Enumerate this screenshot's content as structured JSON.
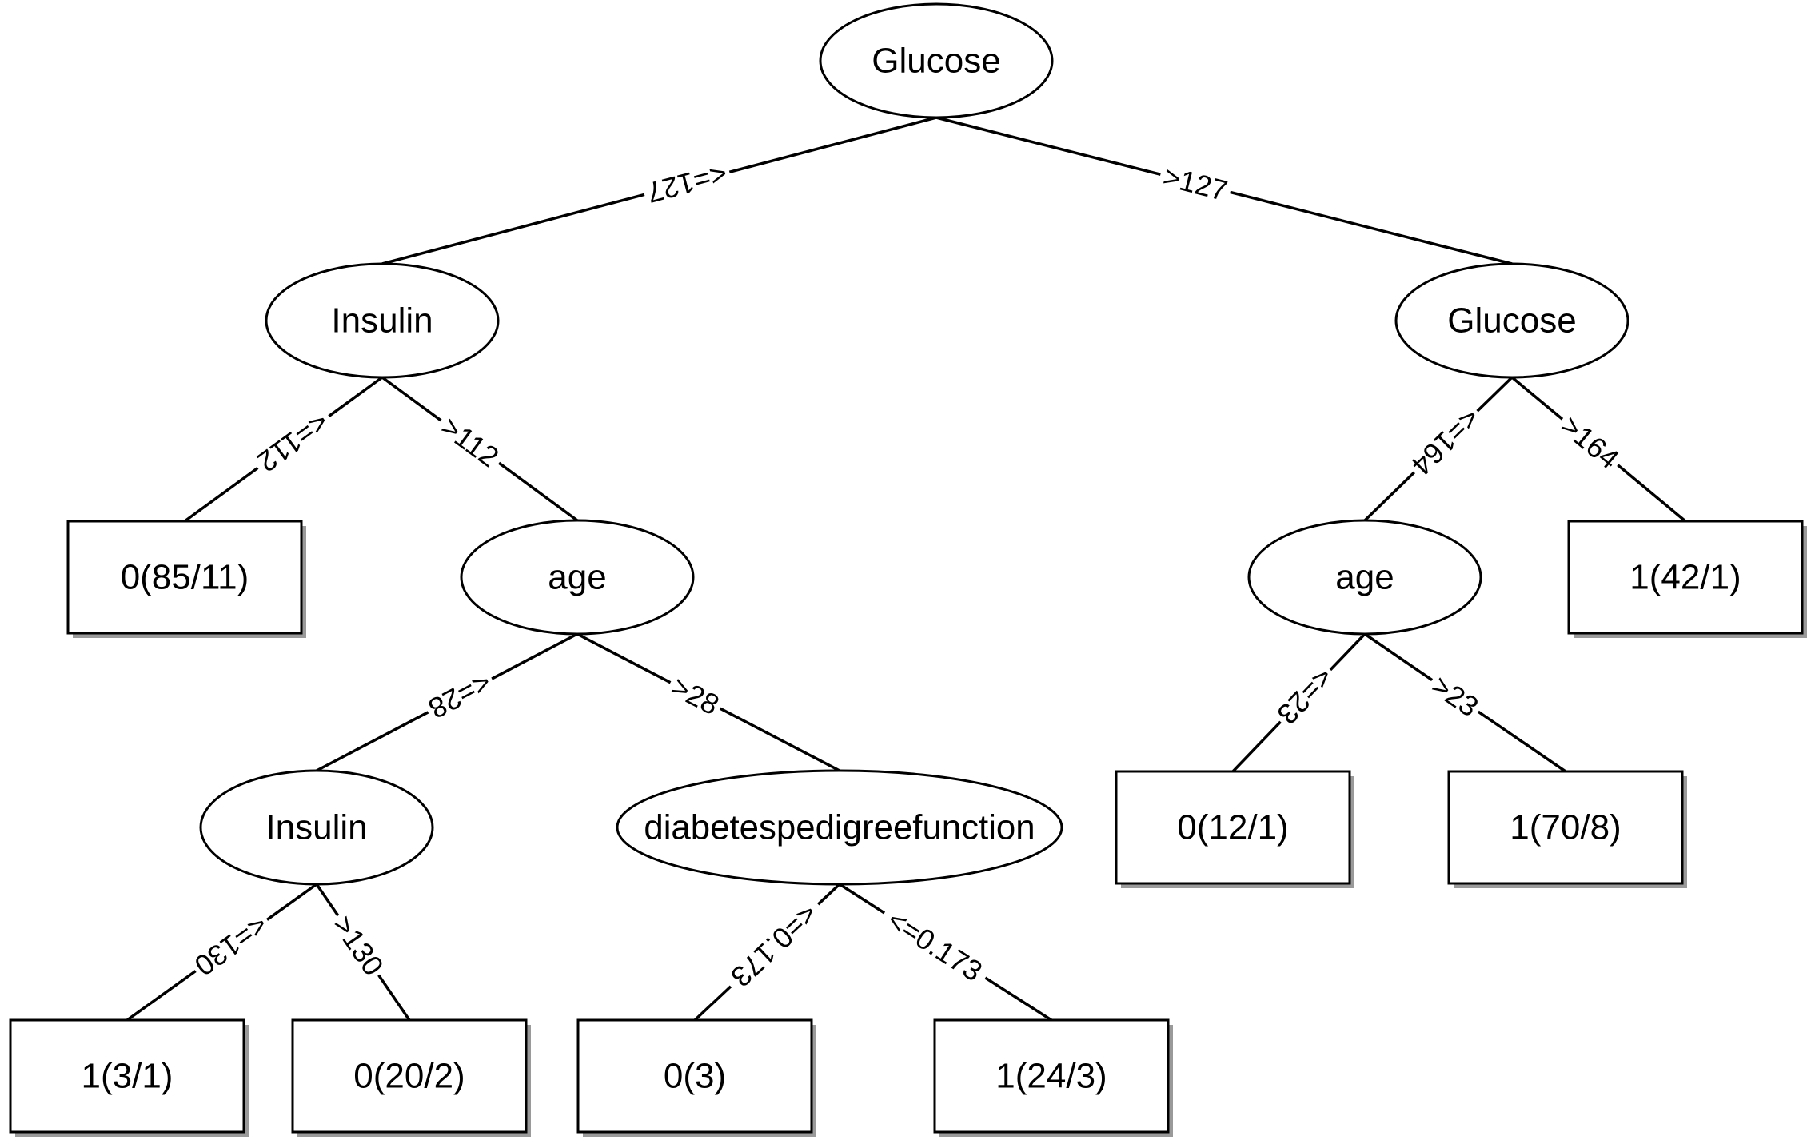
{
  "tree": {
    "nodes": [
      {
        "id": "root",
        "kind": "decision",
        "label": "Glucose"
      },
      {
        "id": "insulin_1",
        "kind": "decision",
        "label": "Insulin"
      },
      {
        "id": "glucose_2",
        "kind": "decision",
        "label": "Glucose"
      },
      {
        "id": "leaf_85_11",
        "kind": "leaf",
        "label": "0(85/11)"
      },
      {
        "id": "age_1",
        "kind": "decision",
        "label": "age"
      },
      {
        "id": "age_2",
        "kind": "decision",
        "label": "age"
      },
      {
        "id": "leaf_42_1",
        "kind": "leaf",
        "label": "1(42/1)"
      },
      {
        "id": "insulin_2",
        "kind": "decision",
        "label": "Insulin"
      },
      {
        "id": "dpf",
        "kind": "decision",
        "label": "diabetespedigreefunction"
      },
      {
        "id": "leaf_12_1",
        "kind": "leaf",
        "label": "0(12/1)"
      },
      {
        "id": "leaf_70_8",
        "kind": "leaf",
        "label": "1(70/8)"
      },
      {
        "id": "leaf_3_1",
        "kind": "leaf",
        "label": "1(3/1)"
      },
      {
        "id": "leaf_20_2",
        "kind": "leaf",
        "label": "0(20/2)"
      },
      {
        "id": "leaf_3",
        "kind": "leaf",
        "label": "0(3)"
      },
      {
        "id": "leaf_24_3",
        "kind": "leaf",
        "label": "1(24/3)"
      }
    ],
    "edges": [
      {
        "from": "root",
        "to": "insulin_1",
        "label": "<=127"
      },
      {
        "from": "root",
        "to": "glucose_2",
        "label": ">127"
      },
      {
        "from": "insulin_1",
        "to": "leaf_85_11",
        "label": "<=112"
      },
      {
        "from": "insulin_1",
        "to": "age_1",
        "label": ">112"
      },
      {
        "from": "glucose_2",
        "to": "age_2",
        "label": "<=164"
      },
      {
        "from": "glucose_2",
        "to": "leaf_42_1",
        "label": ">164"
      },
      {
        "from": "age_1",
        "to": "insulin_2",
        "label": "<=28"
      },
      {
        "from": "age_1",
        "to": "dpf",
        "label": ">28"
      },
      {
        "from": "age_2",
        "to": "leaf_12_1",
        "label": "<=23"
      },
      {
        "from": "age_2",
        "to": "leaf_70_8",
        "label": ">23"
      },
      {
        "from": "insulin_2",
        "to": "leaf_3_1",
        "label": "<=130"
      },
      {
        "from": "insulin_2",
        "to": "leaf_20_2",
        "label": ">130"
      },
      {
        "from": "dpf",
        "to": "leaf_3",
        "label": "<=0.173"
      },
      {
        "from": "dpf",
        "to": "leaf_24_3",
        "label": "<=0.173"
      }
    ]
  }
}
